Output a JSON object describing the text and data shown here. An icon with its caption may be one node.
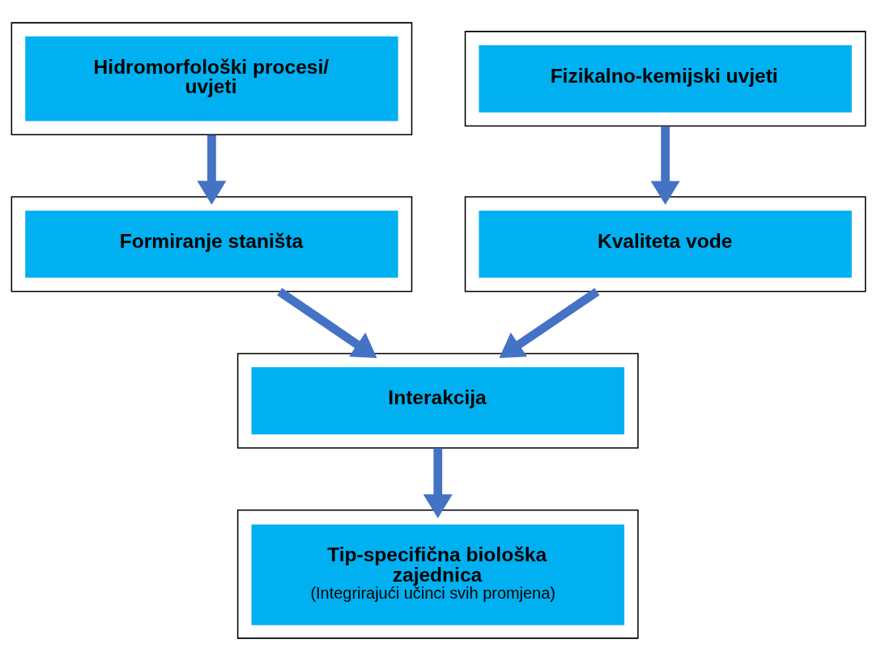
{
  "diagram": {
    "nodes": [
      {
        "text": [
          "Hidromorfološki procesi/ uvjeti"
        ]
      },
      {
        "text": [
          "Fizikalno-kemijski uvjeti"
        ]
      },
      {
        "text": [
          "Formiranje staništa"
        ]
      },
      {
        "text": [
          "Kvaliteta vode"
        ]
      },
      {
        "text": [
          "Interakcija"
        ]
      },
      {
        "text": [
          "Tip-specifična biološka zajednica",
          "(Integrirajući učinci svih promjena)"
        ]
      }
    ],
    "edges": [
      {
        "from": 0,
        "to": 2,
        "arrow": "to"
      },
      {
        "from": 1,
        "to": 3,
        "arrow": "to"
      },
      {
        "from": 2,
        "to": 4,
        "arrow": "to"
      },
      {
        "from": 3,
        "to": 4,
        "arrow": "to"
      },
      {
        "from": 4,
        "to": 5,
        "arrow": "to"
      }
    ]
  }
}
